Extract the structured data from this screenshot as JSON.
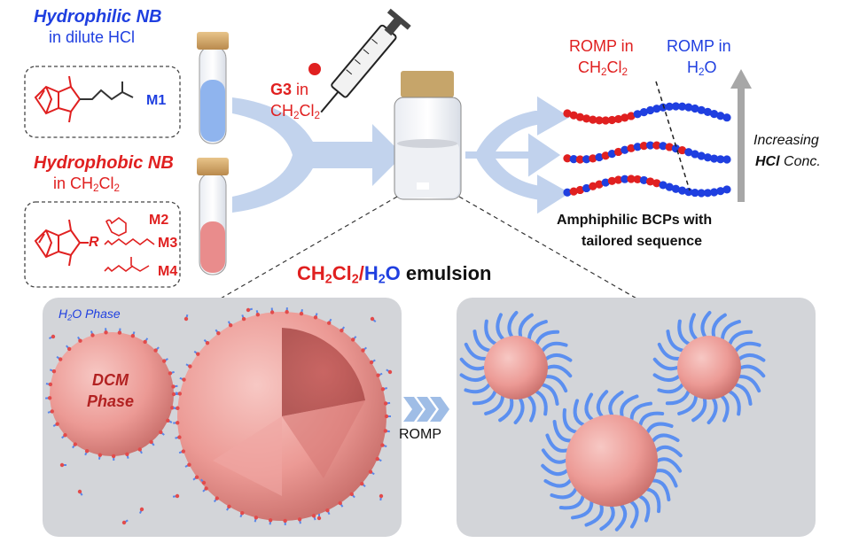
{
  "hydrophilic": {
    "title": "Hydrophilic NB",
    "medium": "in dilute HCl",
    "monomer": "M1"
  },
  "hydrophobic": {
    "title": "Hydrophobic NB",
    "medium_prefix": "in CH",
    "medium_sub1": "2",
    "medium_mid": "Cl",
    "medium_sub2": "2",
    "substituent": "R",
    "monomers": [
      "M2",
      "M3",
      "M4"
    ]
  },
  "catalyst": {
    "name": "G3",
    "suffix": " in",
    "solvent_prefix": "CH",
    "solvent_sub1": "2",
    "solvent_mid": "Cl",
    "solvent_sub2": "2"
  },
  "polymer": {
    "label_left_line1": "ROMP in",
    "label_left_line2_prefix": "CH",
    "label_left_sub1": "2",
    "label_left_mid": "Cl",
    "label_left_sub2": "2",
    "label_right_line1": "ROMP in",
    "label_right_line2_prefix": "H",
    "label_right_sub": "2",
    "label_right_suffix": "O",
    "caption_line1": "Amphiphilic BCPs with",
    "caption_line2": "tailored sequence",
    "trend_line1": "Increasing",
    "trend_bold": "HCl",
    "trend_rest": " Conc."
  },
  "emulsion": {
    "label_prefix": "CH",
    "label_sub1": "2",
    "label_mid": "Cl",
    "label_sub2": "2",
    "label_slash": "/",
    "label_water_prefix": "H",
    "label_water_sub": "2",
    "label_water_suffix": "O",
    "label_suffix": " emulsion"
  },
  "phase": {
    "water_prefix": "H",
    "water_sub": "2",
    "water_suffix": "O Phase",
    "dcm_line1": "DCM",
    "dcm_line2": "Phase"
  },
  "step": {
    "label": "ROMP"
  },
  "colors": {
    "red": "#e02020",
    "blue": "#1f3fe0",
    "panel": "#d3d5d9",
    "arrow": "#a9c3e6",
    "sphere": "#ee9b9b"
  }
}
